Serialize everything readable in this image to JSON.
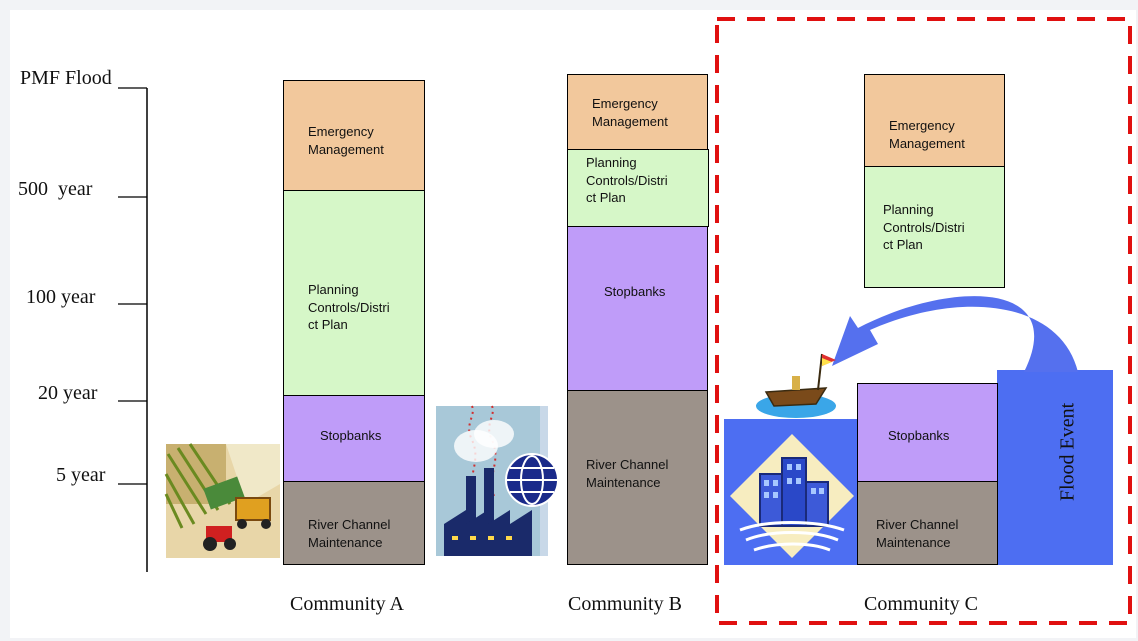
{
  "axis": {
    "ticks": [
      "PMF Flood",
      "500  year",
      "100 year",
      "20 year",
      "5 year"
    ]
  },
  "communities": {
    "a": {
      "label": "Community A",
      "boxes": {
        "emergency": "Emergency\nManagement",
        "planning": "Planning\nControls/Distri\nct Plan",
        "stopbanks": "Stopbanks",
        "river": "River Channel\nMaintenance"
      }
    },
    "b": {
      "label": "Community B",
      "boxes": {
        "emergency": "Emergency\nManagement",
        "planning": "Planning\nControls/Distri\nct Plan",
        "stopbanks": "Stopbanks",
        "river": "River Channel\nMaintenance"
      }
    },
    "c": {
      "label": "Community C",
      "boxes": {
        "emergency": "Emergency\nManagement",
        "planning": "Planning\nControls/Distri\nct Plan",
        "stopbanks": "Stopbanks",
        "river": "River Channel\nMaintenance"
      },
      "flood_event": "Flood Event"
    }
  },
  "colors": {
    "emergency": "#f2c89c",
    "planning": "#d6f7c8",
    "stopbanks": "#bf9cf9",
    "river": "#9c928a",
    "flood": "#4d6ef2",
    "highlight": "#e01010"
  },
  "icons": [
    "farm-harvester-icon",
    "factory-globe-icon",
    "boat-icon",
    "city-flood-icon"
  ]
}
